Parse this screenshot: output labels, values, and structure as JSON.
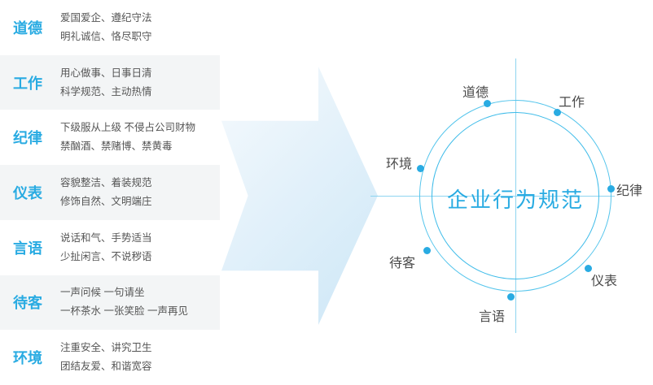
{
  "colors": {
    "accent": "#29abe2",
    "circle_stroke": "#55c5ec",
    "node_label_text": "#4a4a4a",
    "description_text": "#555555",
    "row_alt_background": "#f3f5f6",
    "arrow_fill": "#cde7f7"
  },
  "left_panel": {
    "items": [
      {
        "label": "道德",
        "line1": "爱国爱企、遵纪守法",
        "line2": "明礼诚信、恪尽职守"
      },
      {
        "label": "工作",
        "line1": "用心做事、日事日清",
        "line2": "科学规范、主动热情"
      },
      {
        "label": "纪律",
        "line1": "下级服从上级 不侵占公司财物",
        "line2": "禁酗酒、禁赌博、禁黄毒"
      },
      {
        "label": "仪表",
        "line1": "容貌整洁、着装规范",
        "line2": "修饰自然、文明端庄"
      },
      {
        "label": "言语",
        "line1": "说话和气、手势适当",
        "line2": "少扯闲言、不说秽语"
      },
      {
        "label": "待客",
        "line1": "一声问候  一句请坐",
        "line2": "一杯茶水  一张笑脸 一声再见"
      },
      {
        "label": "环境",
        "line1": "注重安全、讲究卫生",
        "line2": "团结友爱、和谐宽容"
      }
    ]
  },
  "diagram": {
    "center_label": "企业行为规范",
    "nodes": [
      {
        "label": "道德"
      },
      {
        "label": "工作"
      },
      {
        "label": "纪律"
      },
      {
        "label": "仪表"
      },
      {
        "label": "言语"
      },
      {
        "label": "待客"
      },
      {
        "label": "环境"
      }
    ]
  }
}
